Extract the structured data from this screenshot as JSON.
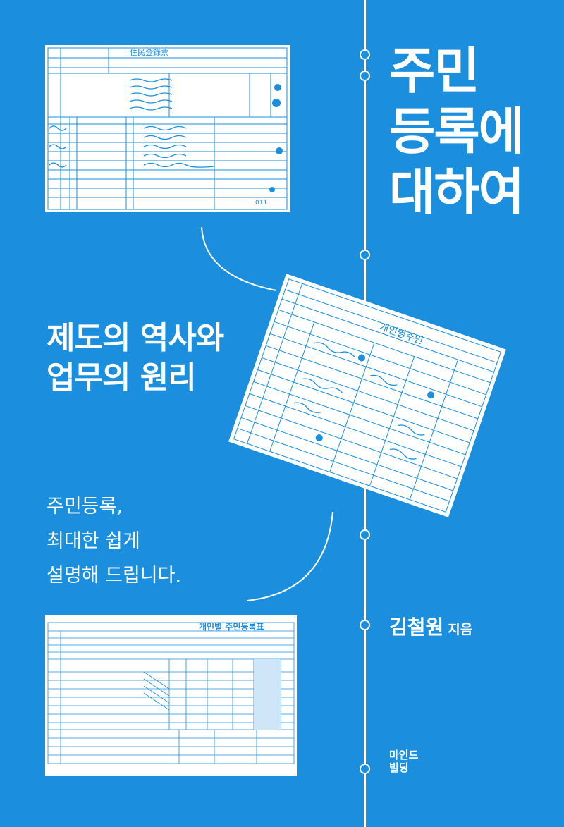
{
  "cover": {
    "title_lines": [
      "주민",
      "등록에",
      "대하여"
    ],
    "subtitle_lines": [
      "제도의 역사와",
      "업무의 원리"
    ],
    "tagline_lines": [
      "주민등록,",
      "최대한 쉽게",
      "설명해 드립니다."
    ],
    "author_name": "김철원",
    "author_suffix": "지음",
    "publisher_lines": [
      "마인드",
      "빌딩"
    ]
  },
  "documents": {
    "doc1_heading": "住民登錄票",
    "doc1_number": "011",
    "doc2_heading": "개인별주민",
    "doc3_heading": "개인별 주민등록표"
  },
  "colors": {
    "background": "#1b8fde",
    "foreground": "#ffffff"
  }
}
